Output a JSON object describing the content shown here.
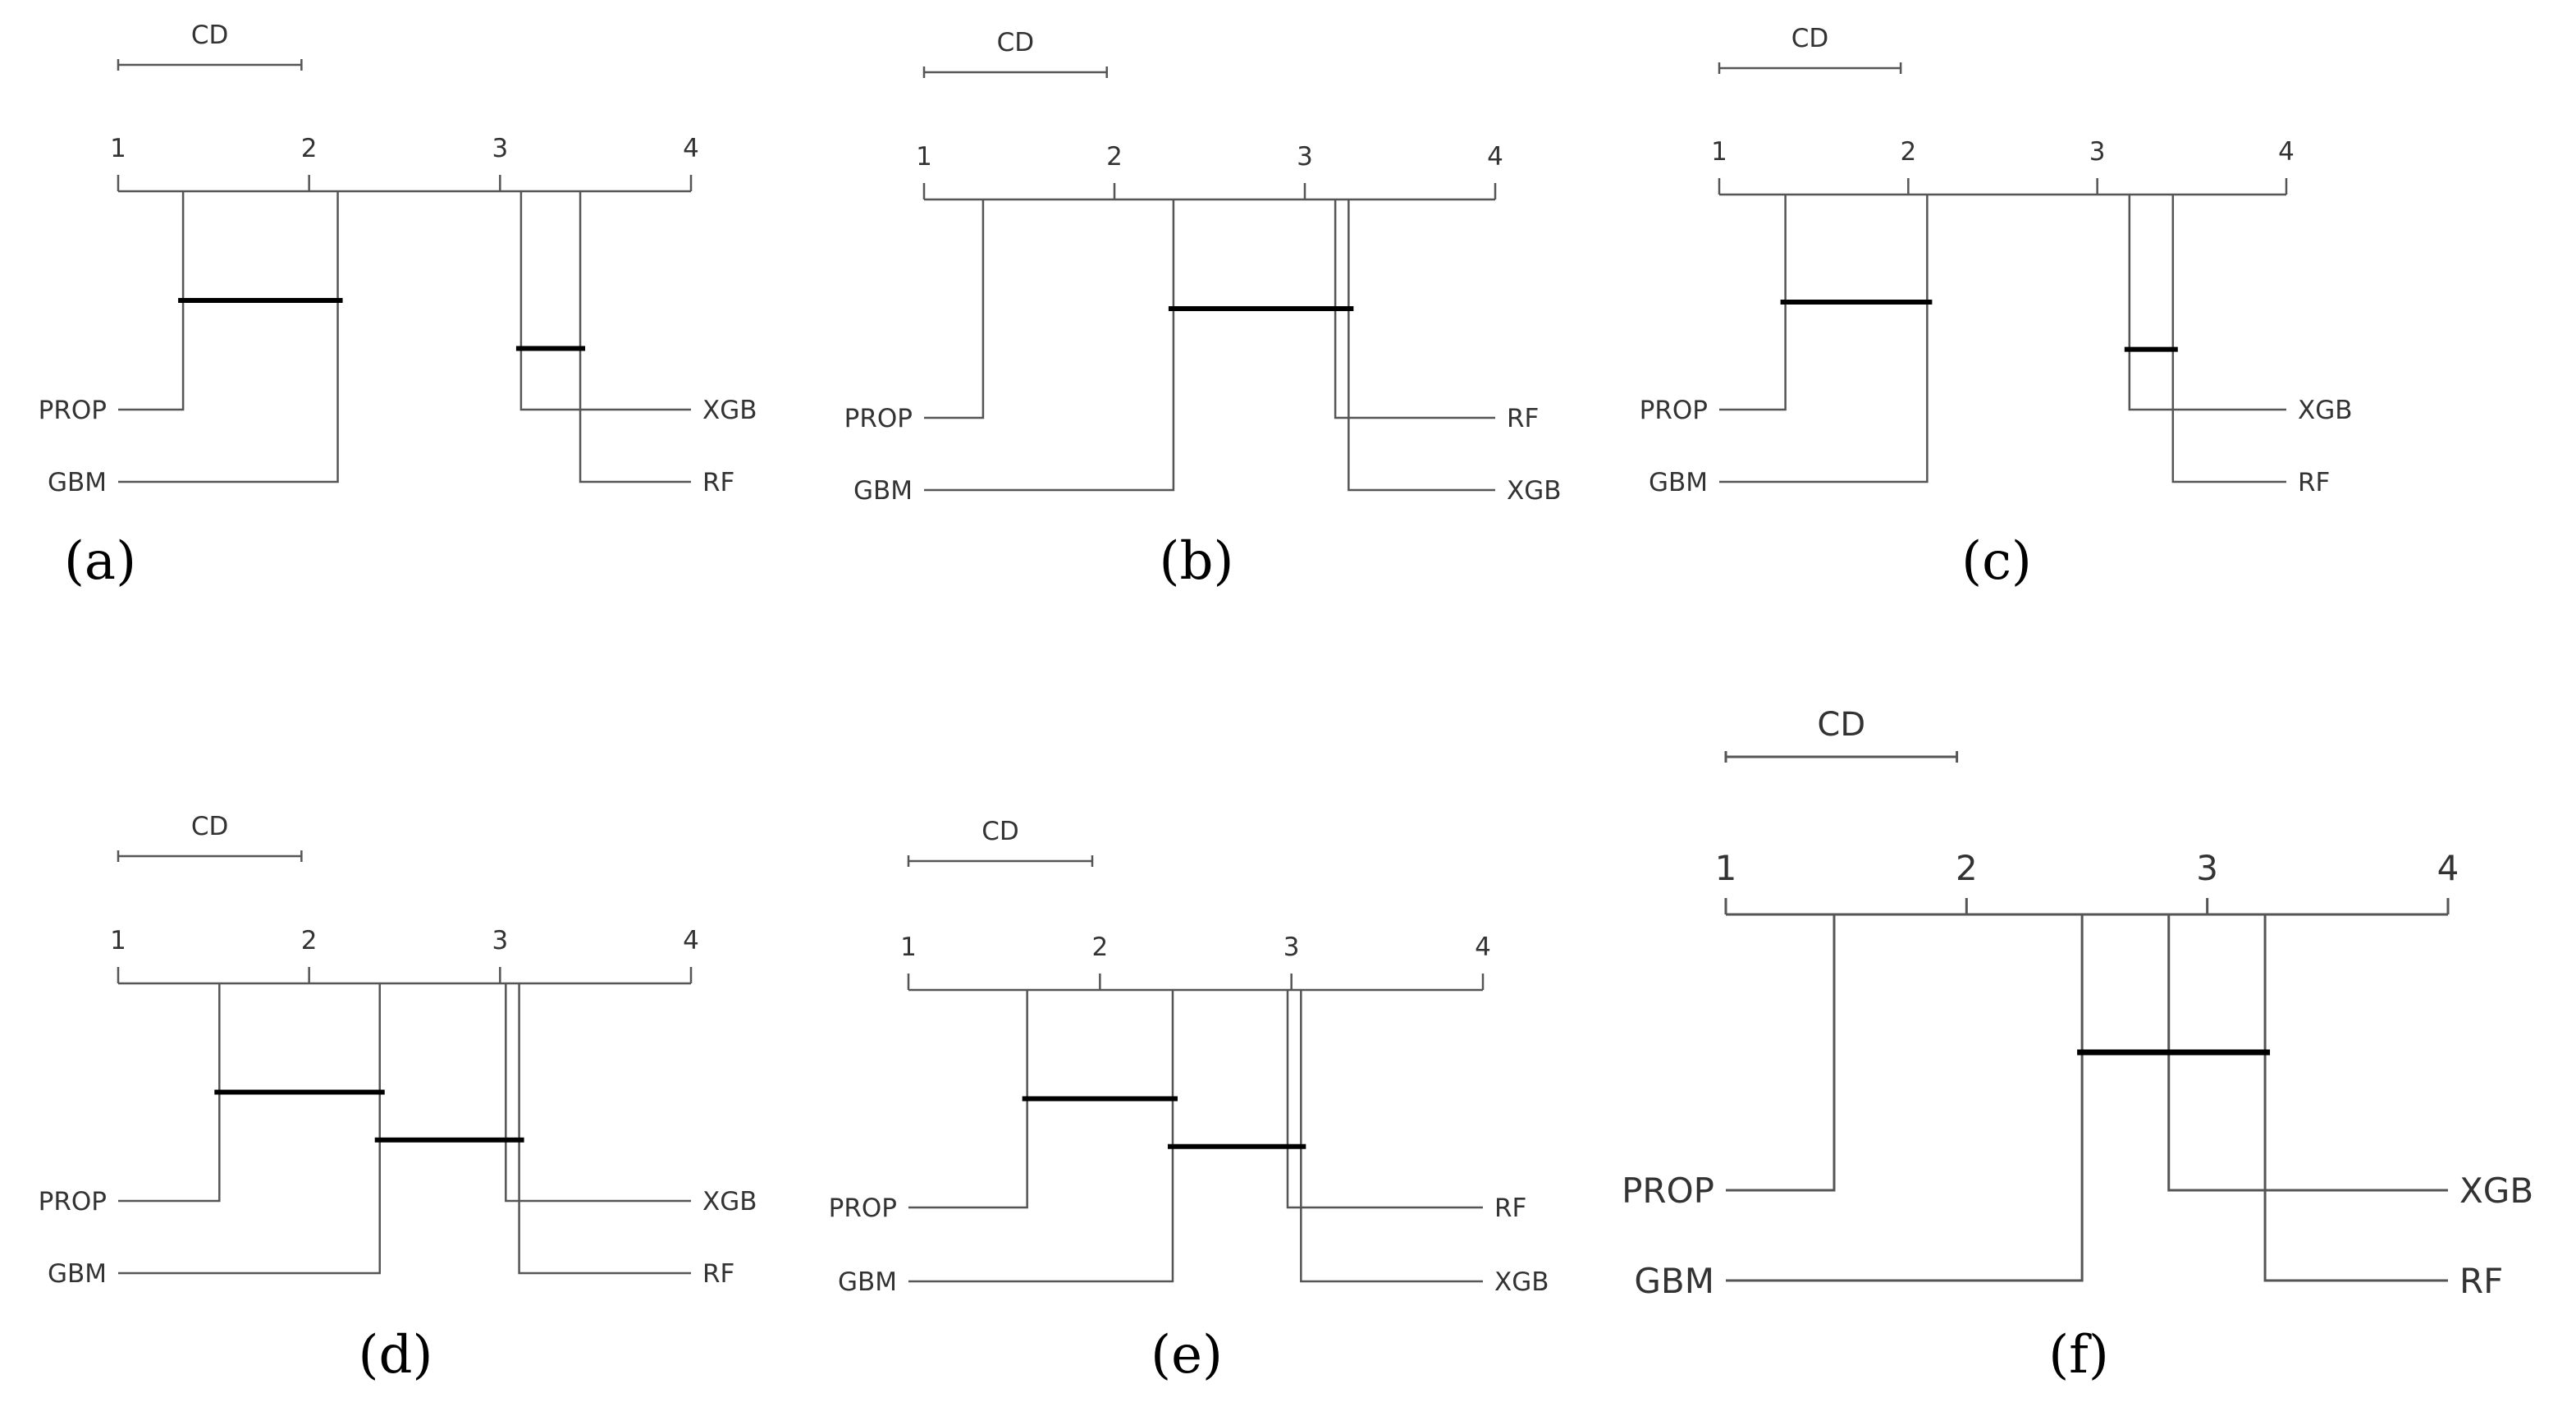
{
  "chart_data": [
    {
      "type": "critical-difference",
      "panel_label": "(a)",
      "cd_label": "CD",
      "cd_value": 0.96,
      "axis": {
        "min": 1,
        "max": 4,
        "ticks": [
          "1",
          "2",
          "3",
          "4"
        ]
      },
      "left": [
        {
          "name": "PROP",
          "rank": 1.34
        },
        {
          "name": "GBM",
          "rank": 2.15
        }
      ],
      "right": [
        {
          "name": "XGB",
          "rank": 3.11
        },
        {
          "name": "RF",
          "rank": 3.42
        }
      ],
      "cliques": [
        [
          1.34,
          2.15
        ],
        [
          3.11,
          3.42
        ]
      ]
    },
    {
      "type": "critical-difference",
      "panel_label": "(b)",
      "cd_label": "CD",
      "cd_value": 0.96,
      "axis": {
        "min": 1,
        "max": 4,
        "ticks": [
          "1",
          "2",
          "3",
          "4"
        ]
      },
      "left": [
        {
          "name": "PROP",
          "rank": 1.31
        },
        {
          "name": "GBM",
          "rank": 2.31
        }
      ],
      "right": [
        {
          "name": "RF",
          "rank": 3.16
        },
        {
          "name": "XGB",
          "rank": 3.23
        }
      ],
      "cliques": [
        [
          2.31,
          3.23
        ]
      ]
    },
    {
      "type": "critical-difference",
      "panel_label": "(c)",
      "cd_label": "CD",
      "cd_value": 0.96,
      "axis": {
        "min": 1,
        "max": 4,
        "ticks": [
          "1",
          "2",
          "3",
          "4"
        ]
      },
      "left": [
        {
          "name": "PROP",
          "rank": 1.35
        },
        {
          "name": "GBM",
          "rank": 2.1
        }
      ],
      "right": [
        {
          "name": "XGB",
          "rank": 3.17
        },
        {
          "name": "RF",
          "rank": 3.4
        }
      ],
      "cliques": [
        [
          1.35,
          2.1
        ],
        [
          3.17,
          3.4
        ]
      ]
    },
    {
      "type": "critical-difference",
      "panel_label": "(d)",
      "cd_label": "CD",
      "cd_value": 0.96,
      "axis": {
        "min": 1,
        "max": 4,
        "ticks": [
          "1",
          "2",
          "3",
          "4"
        ]
      },
      "left": [
        {
          "name": "PROP",
          "rank": 1.53
        },
        {
          "name": "GBM",
          "rank": 2.37
        }
      ],
      "right": [
        {
          "name": "XGB",
          "rank": 3.03
        },
        {
          "name": "RF",
          "rank": 3.1
        }
      ],
      "cliques": [
        [
          1.53,
          2.37
        ],
        [
          2.37,
          3.1
        ]
      ]
    },
    {
      "type": "critical-difference",
      "panel_label": "(e)",
      "cd_label": "CD",
      "cd_value": 0.96,
      "axis": {
        "min": 1,
        "max": 4,
        "ticks": [
          "1",
          "2",
          "3",
          "4"
        ]
      },
      "left": [
        {
          "name": "PROP",
          "rank": 1.62
        },
        {
          "name": "GBM",
          "rank": 2.38
        }
      ],
      "right": [
        {
          "name": "RF",
          "rank": 2.98
        },
        {
          "name": "XGB",
          "rank": 3.05
        }
      ],
      "cliques": [
        [
          1.62,
          2.38
        ],
        [
          2.38,
          3.05
        ]
      ]
    },
    {
      "type": "critical-difference",
      "panel_label": "(f)",
      "cd_label": "CD",
      "cd_value": 0.96,
      "axis": {
        "min": 1,
        "max": 4,
        "ticks": [
          "1",
          "2",
          "3",
          "4"
        ]
      },
      "left": [
        {
          "name": "PROP",
          "rank": 1.45
        },
        {
          "name": "GBM",
          "rank": 2.48
        }
      ],
      "right": [
        {
          "name": "XGB",
          "rank": 2.84
        },
        {
          "name": "RF",
          "rank": 3.24
        }
      ],
      "cliques": [
        [
          2.48,
          3.24
        ]
      ]
    }
  ]
}
